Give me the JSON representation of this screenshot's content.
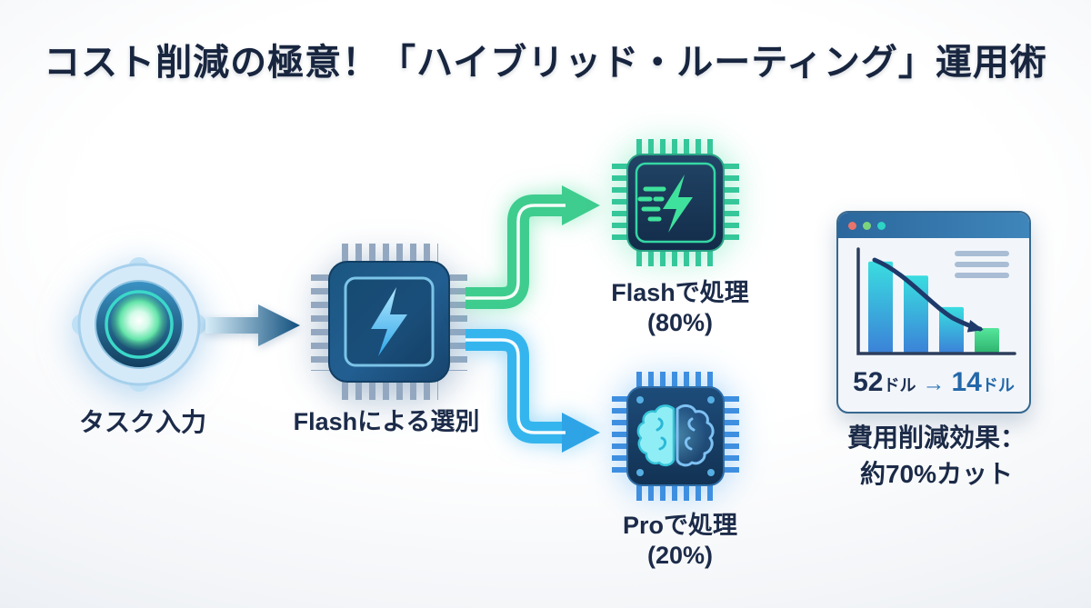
{
  "title": "コスト削減の極意！「ハイブリッド・ルーティング」運用術",
  "flow": {
    "input": {
      "label": "タスク入力"
    },
    "router": {
      "label": "Flashによる選別"
    },
    "flash": {
      "label": "Flashで処理",
      "share": "(80%)"
    },
    "pro": {
      "label": "Proで処理",
      "share": "(20%)"
    }
  },
  "result_card": {
    "cost_before_num": "52",
    "cost_before_unit": "ドル",
    "arrow": "→",
    "cost_after_num": "14",
    "cost_after_unit": "ドル",
    "caption_line1": "費用削減効果：",
    "caption_line2": "約70%カット"
  },
  "icons": {
    "input": "ai-core-orb-icon",
    "router": "lightning-chip-icon",
    "flash": "speed-lightning-chip-icon",
    "pro": "brain-chip-icon",
    "flow_arrow": "right-arrow-icon",
    "route_flash": "curved-arrow-up-icon",
    "route_pro": "curved-arrow-down-icon",
    "window_dots": [
      "red-dot-icon",
      "green-dot-icon",
      "teal-dot-icon"
    ],
    "menu_lines": "menu-lines-icon",
    "trend": "declining-trend-arrow-icon"
  },
  "colors": {
    "title_text": "#18253f",
    "label_text": "#1c2b49",
    "green_route": "#3ecd8e",
    "blue_route": "#35b5ee",
    "straight_arrow": "#11507e",
    "cost_before_text": "#1c2f52",
    "cost_after_text": "#2468aa",
    "bar_teal_top": "#3adde0",
    "bar_blue_bottom": "#3b82d8",
    "bar_green": "#43d98c",
    "trend_arrow": "#1e3a6b",
    "titlebar_blue": "#2b679c"
  },
  "chart_data": {
    "type": "bar",
    "categories": [
      "",
      "",
      "",
      ""
    ],
    "values": [
      52,
      44,
      26,
      14
    ],
    "title": "",
    "xlabel": "",
    "ylabel": "",
    "ylim": [
      0,
      55
    ],
    "grid": false,
    "legend": false,
    "annotation": "52ドル → 14ドル",
    "note": "declining trend arrow overlays bars; last bar highlighted green"
  }
}
